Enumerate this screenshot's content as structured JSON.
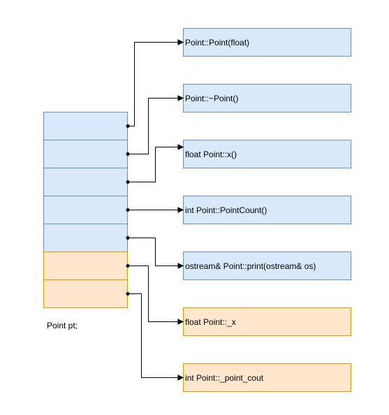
{
  "object_label": "Point pt;",
  "slots": [
    {
      "kind": "blue"
    },
    {
      "kind": "blue"
    },
    {
      "kind": "blue"
    },
    {
      "kind": "blue"
    },
    {
      "kind": "blue"
    },
    {
      "kind": "orange"
    },
    {
      "kind": "orange"
    }
  ],
  "targets": [
    {
      "label": "Point::Point(float)",
      "kind": "blue"
    },
    {
      "label": "Point::~Point()",
      "kind": "blue"
    },
    {
      "label": "float Point::x()",
      "kind": "blue"
    },
    {
      "label": "int Point::PointCount()",
      "kind": "blue"
    },
    {
      "label": "ostream& Point::print(ostream& os)",
      "kind": "blue"
    },
    {
      "label": "float Point::_x",
      "kind": "orange"
    },
    {
      "label": "int  Point::_point_cout",
      "kind": "orange"
    }
  ],
  "colors": {
    "blue_fill": "#dae8fc",
    "blue_stroke": "#6c8ebf",
    "orange_fill": "#ffe6cc",
    "orange_stroke": "#d79b00"
  }
}
